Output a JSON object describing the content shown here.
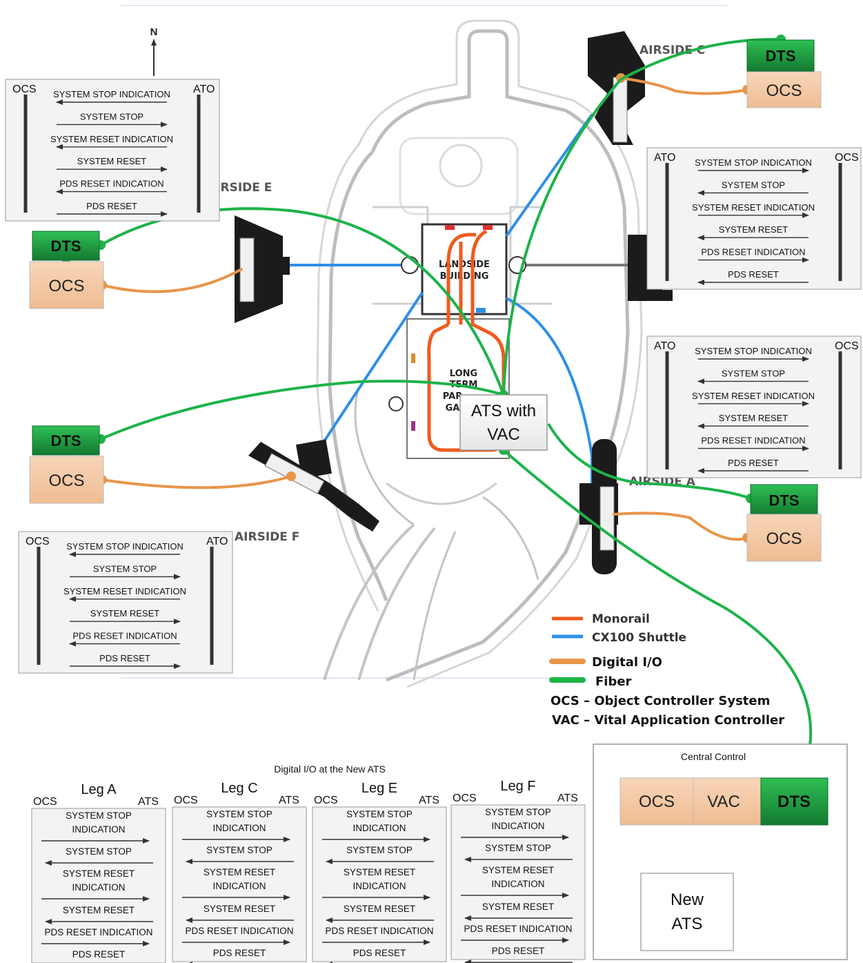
{
  "north_label": "N",
  "airside_labels": {
    "c": "AIRSIDE C",
    "e": "AIRSIDE E",
    "a": "AIRSIDE A",
    "f": "AIRSIDE F"
  },
  "building_labels": {
    "landside": [
      "LANDSIDE",
      "BUILDING"
    ],
    "parking": [
      "LONG",
      "TERM",
      "PAR",
      "GA"
    ]
  },
  "node_labels": {
    "dts": "DTS",
    "ocs": "OCS",
    "ats_vac": [
      "ATS with",
      "VAC"
    ]
  },
  "signal_panel": {
    "left_side": "OCS",
    "right_side": "ATO",
    "signals": [
      "SYSTEM STOP INDICATION",
      "SYSTEM STOP",
      "SYSTEM RESET INDICATION",
      "SYSTEM RESET",
      "PDS RESET INDICATION",
      "PDS RESET"
    ]
  },
  "legend": {
    "monorail": "Monorail",
    "shuttle": "CX100 Shuttle",
    "digital_io": "Digital I/O",
    "fiber": "Fiber",
    "ocs_def": "OCS – Object Controller System",
    "vac_def": "VAC – Vital Application Controller"
  },
  "bottom": {
    "title": "Digital I/O at the New ATS",
    "ocs": "OCS",
    "ats": "ATS",
    "legs": [
      "Leg A",
      "Leg C",
      "Leg E",
      "Leg F"
    ],
    "signals": [
      [
        "SYSTEM STOP",
        "INDICATION"
      ],
      [
        "SYSTEM STOP"
      ],
      [
        "SYSTEM RESET",
        "INDICATION"
      ],
      [
        "SYSTEM RESET"
      ],
      [
        "PDS RESET INDICATION"
      ],
      [
        "PDS RESET"
      ]
    ]
  },
  "central": {
    "title": "Central Control",
    "ocs": "OCS",
    "vac": "VAC",
    "dts": "DTS",
    "new_ats": [
      "New",
      "ATS"
    ]
  },
  "colors": {
    "fiber": "#1db34a",
    "digital_io": "#e8954a",
    "monorail": "#f05a1e",
    "shuttle": "#2e8fe8",
    "dts_fill": "#1f9a3d",
    "ocs_fill": "#f3c6a0"
  }
}
